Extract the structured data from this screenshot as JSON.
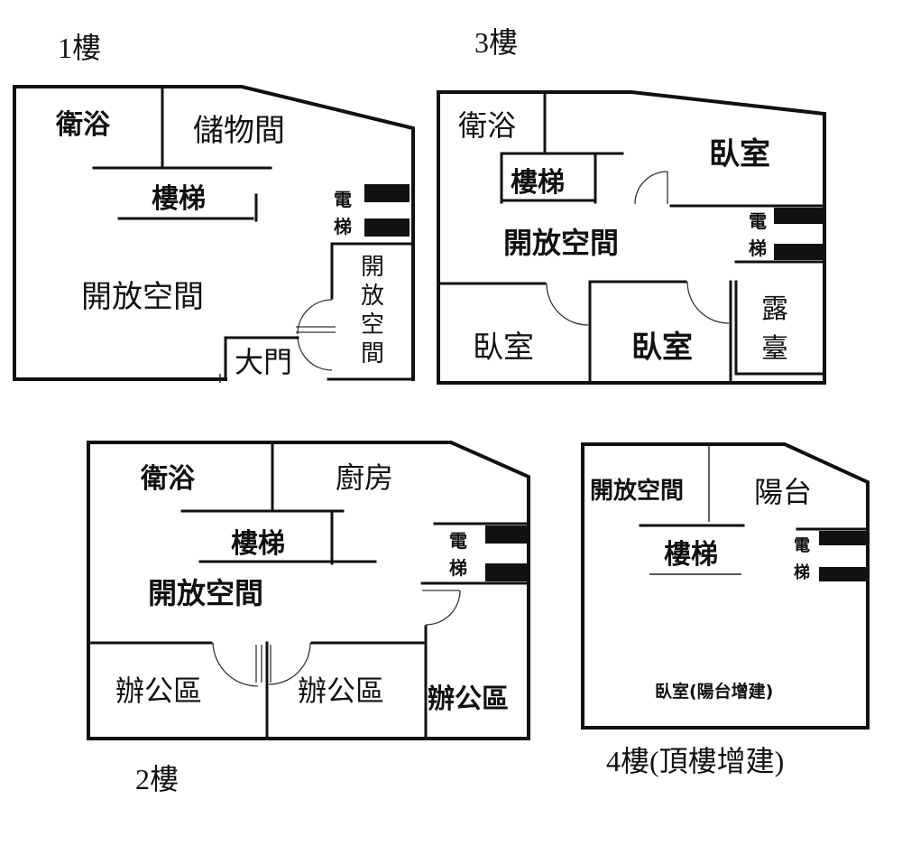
{
  "floor1": {
    "title": "1樓",
    "bathroom": "衛浴",
    "storage": "儲物間",
    "stairs": "樓梯",
    "elevator_1": "電",
    "elevator_2": "梯",
    "open_space": "開放空間",
    "side_space_1": "開",
    "side_space_2": "放",
    "side_space_3": "空",
    "side_space_4": "間",
    "main_door": "大門"
  },
  "floor2": {
    "title": "2樓",
    "bathroom": "衛浴",
    "kitchen": "廚房",
    "stairs": "樓梯",
    "elevator_1": "電",
    "elevator_2": "梯",
    "open_space": "開放空間",
    "office_a": "辦公區",
    "office_b": "辦公區",
    "office_c": "辦公區"
  },
  "floor3": {
    "title": "3樓",
    "bathroom": "衛浴",
    "stairs": "樓梯",
    "bedroom_main": "臥室",
    "elevator_1": "電",
    "elevator_2": "梯",
    "open_space": "開放空間",
    "bedroom_left": "臥室",
    "bedroom_mid": "臥室",
    "terrace_1": "露",
    "terrace_2": "臺"
  },
  "floor4": {
    "title": "4樓(頂樓增建)",
    "open_space": "開放空間",
    "balcony": "陽台",
    "stairs": "樓梯",
    "elevator_1": "電",
    "elevator_2": "梯",
    "bedroom": "臥室(陽台增建)"
  }
}
